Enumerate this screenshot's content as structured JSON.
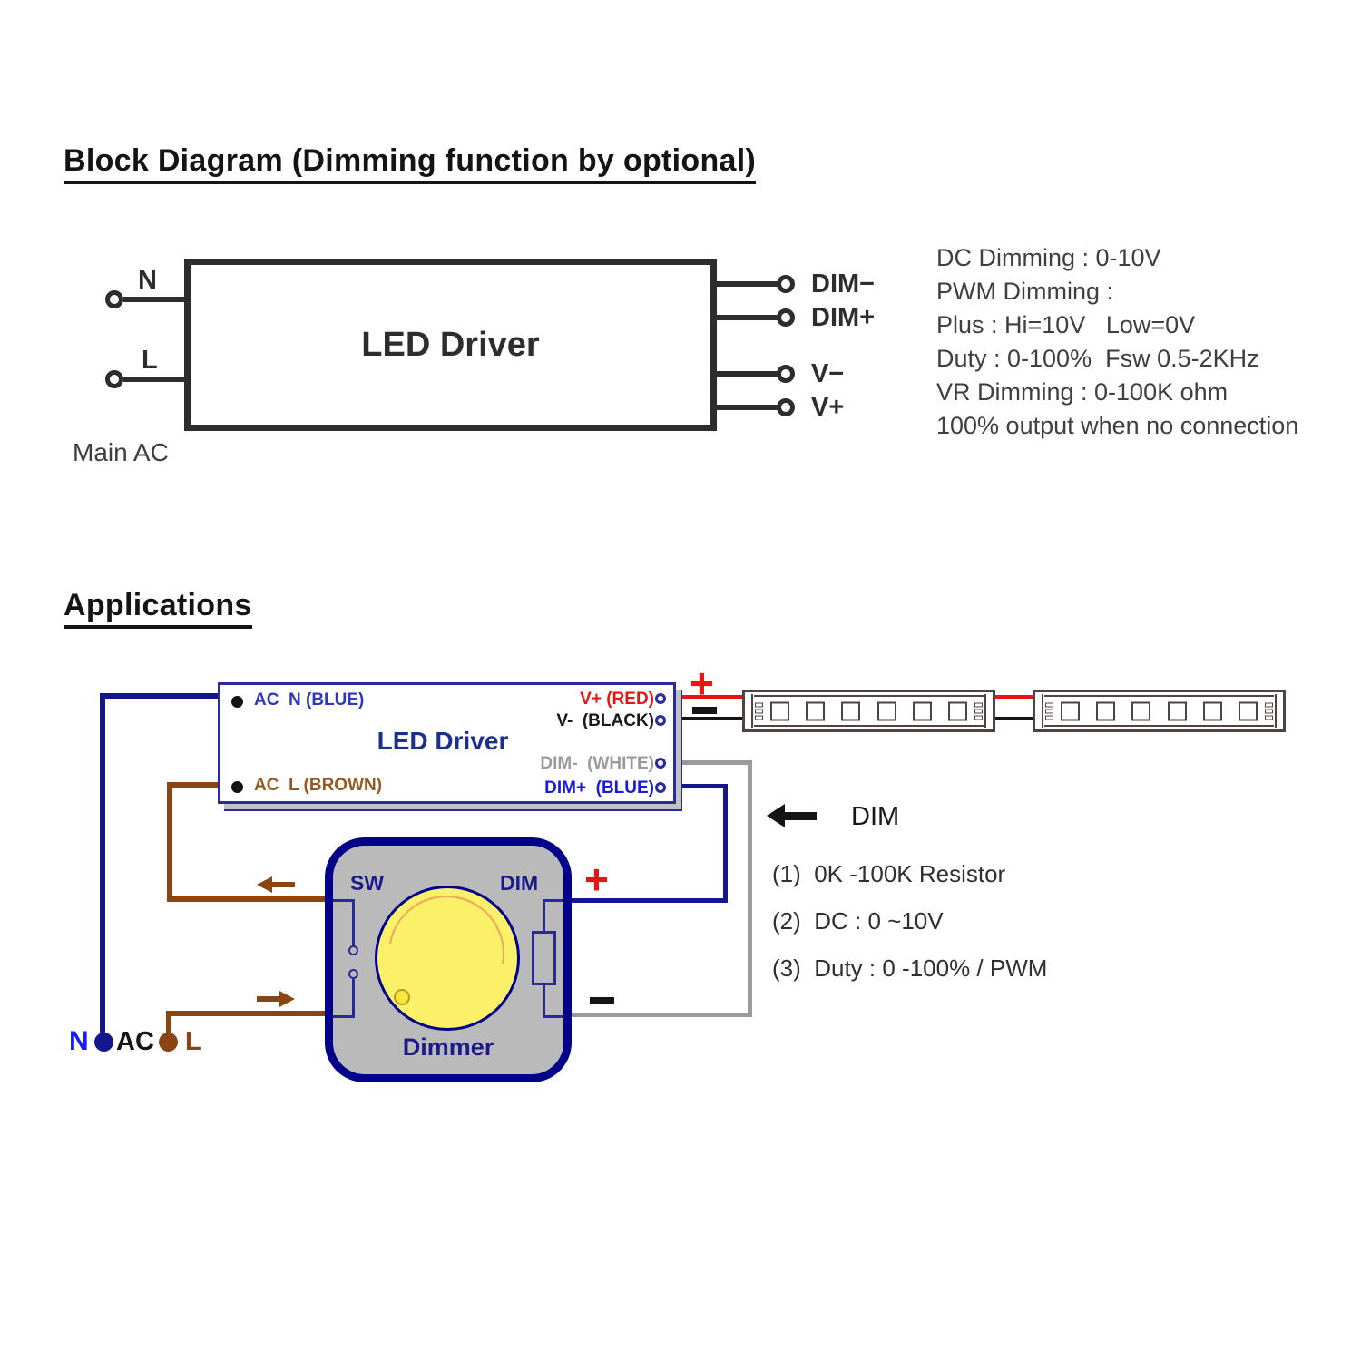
{
  "colors": {
    "navy": "#2a2a94",
    "driver_border_navy": "#2a2a9a",
    "dimmer_border_navy": "#00008b",
    "blue_text": "#2c36c0",
    "brown": "#8b4513",
    "red": "#e81313",
    "gray_wire": "#9a9a9a",
    "knob_yellow": "#fbf169",
    "dimmer_gray": "#bababa",
    "ink": "#2d2d2d"
  },
  "block_diagram": {
    "title": "Block Diagram (Dimming function by optional)",
    "driver_label": "LED Driver",
    "main_ac_label": "Main AC",
    "inputs": [
      "N",
      "L"
    ],
    "outputs": [
      "DIM−",
      "DIM+",
      "V−",
      "V+"
    ],
    "notes": [
      "DC Dimming : 0-10V",
      "PWM Dimming :",
      "Plus : Hi=10V   Low=0V",
      "Duty : 0-100%  Fsw 0.5-2KHz",
      "VR Dimming : 0-100K ohm",
      "100% output when no connection"
    ]
  },
  "applications": {
    "title": "Applications",
    "driver": {
      "label": "LED Driver",
      "ac_n": "AC  N (BLUE)",
      "ac_l": "AC  L (BROWN)",
      "v_plus": "V+ (RED)",
      "v_minus": "V-  (BLACK)",
      "dim_minus": "DIM-  (WHITE)",
      "dim_plus": "DIM+  (BLUE)"
    },
    "symbols": {
      "plus": "+",
      "minus": "−"
    },
    "dim_arrow_label": "DIM",
    "dimmer": {
      "sw_label": "SW",
      "dim_label": "DIM",
      "name": "Dimmer"
    },
    "mains": {
      "n": "N",
      "ac": "AC",
      "l": "L"
    },
    "notes": [
      "(1)  0K -100K Resistor",
      "(2)  DC : 0 ~10V",
      "(3)  Duty : 0 -100% / PWM"
    ],
    "led_strips": {
      "count": 2,
      "leds_per_strip": 6,
      "pins_per_connector": 3
    }
  }
}
